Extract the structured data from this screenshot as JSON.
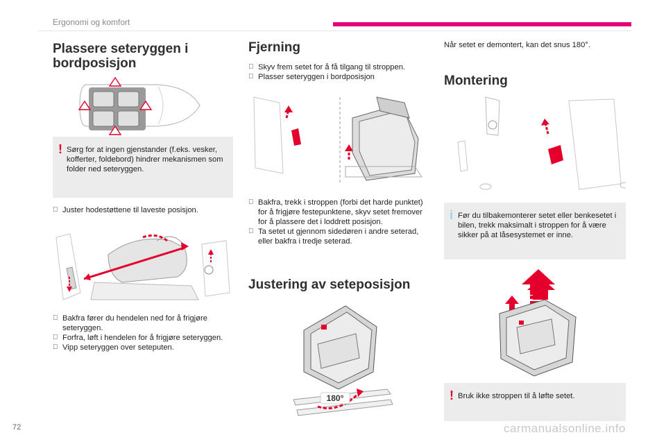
{
  "header": {
    "section": "Ergonomi og komfort"
  },
  "left": {
    "title": "Plassere seteryggen i bordposisjon",
    "warning": "Sørg for at ingen gjenstander (f.eks. vesker, kofferter, foldebord) hindrer mekanismen som folder ned seteryggen.",
    "step1": "Juster hodestøttene til laveste posisjon.",
    "steps2": [
      "Bakfra fører du hendelen ned for å frigjøre seteryggen.",
      "Forfra, løft i hendelen for å frigjøre seteryggen.",
      "Vipp seteryggen over seteputen."
    ]
  },
  "middle": {
    "title": "Fjerning",
    "steps1": [
      "Skyv frem setet for å få tilgang til stroppen.",
      "Plasser seteryggen i bordposisjon"
    ],
    "steps2": [
      "Bakfra, trekk i stroppen (forbi det harde punktet) for å frigjøre festepunktene, skyv setet fremover for å plassere det i loddrett posisjon.",
      "Ta setet ut gjennom sidedøren i andre seterad, eller bakfra i tredje seterad."
    ],
    "subtitle": "Justering av seteposisjon",
    "rotation_label": "180°"
  },
  "right": {
    "intro": "Når setet er demontert, kan det snus 180°.",
    "title": "Montering",
    "info": "Før du tilbakemonterer setet eller benkesetet i bilen, trekk maksimalt i stroppen for å være sikker på at låsesystemet er inne.",
    "warning": "Bruk ikke stroppen til å løfte setet."
  },
  "footer": {
    "page_number": "72",
    "watermark": "carmanualsonline.info"
  },
  "icons": {
    "bullet": "",
    "warning": "!",
    "info": "i"
  },
  "colors": {
    "accent": "#e4007c",
    "warning": "#e4002b",
    "info": "#9fd0ee",
    "notice_bg": "#ececec"
  }
}
